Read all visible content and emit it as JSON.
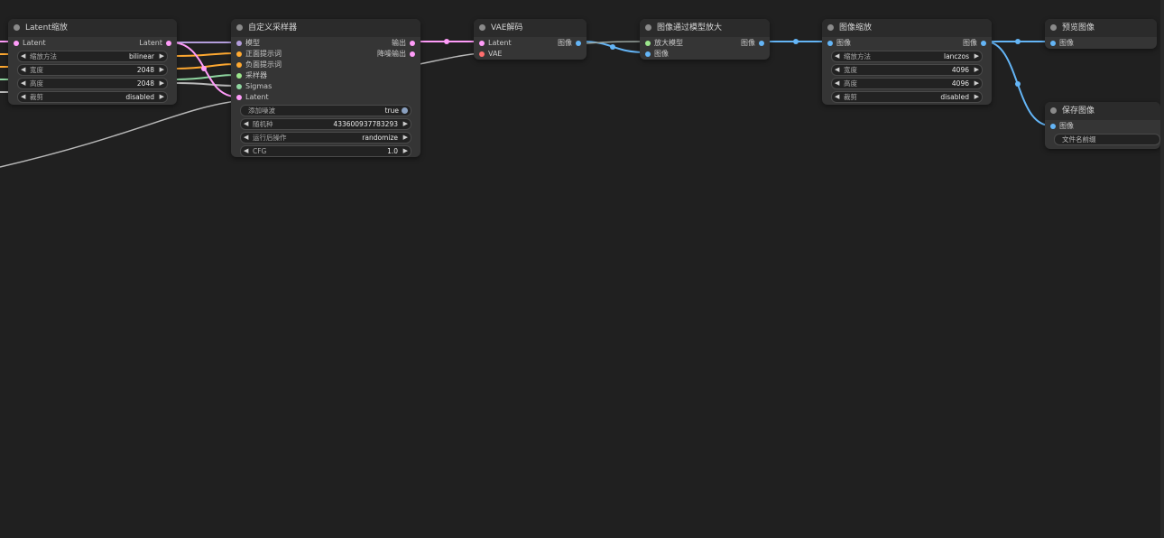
{
  "colors": {
    "background": "#202020",
    "node_body": "#353535",
    "latent": "#ff9cf9",
    "model": "#b39ddb",
    "conditioning": "#ffa931",
    "sampler": "#9ce68c",
    "sigmas": "#8fd6a0",
    "vae": "#ff6e6e",
    "image": "#64b5f6",
    "upscale_model": "#9ce68c",
    "wire_gray": "#b8b8b8"
  },
  "nodes": {
    "latent_upscale": {
      "title": "Latent缩放",
      "input_latent": "Latent",
      "output_latent": "Latent",
      "widgets": [
        {
          "label": "缩放方法",
          "value": "bilinear"
        },
        {
          "label": "宽度",
          "value": "2048"
        },
        {
          "label": "高度",
          "value": "2048"
        },
        {
          "label": "裁剪",
          "value": "disabled"
        }
      ]
    },
    "custom_sampler": {
      "title": "自定义采样器",
      "inputs": [
        "模型",
        "正面提示词",
        "负面提示词",
        "采样器",
        "Sigmas",
        "Latent"
      ],
      "outputs": [
        "输出",
        "降噪输出"
      ],
      "toggle": {
        "label": "添加噪波",
        "value": "true"
      },
      "widgets": [
        {
          "label": "随机种",
          "value": "433600937783293"
        },
        {
          "label": "运行后操作",
          "value": "randomize"
        },
        {
          "label": "CFG",
          "value": "1.0"
        }
      ]
    },
    "vae_decode": {
      "title": "VAE解码",
      "inputs": [
        "Latent",
        "VAE"
      ],
      "outputs": [
        "图像"
      ]
    },
    "upscale_with_model": {
      "title": "图像通过模型放大",
      "inputs": [
        "放大模型",
        "图像"
      ],
      "outputs": [
        "图像"
      ]
    },
    "image_scale": {
      "title": "图像缩放",
      "input": "图像",
      "output": "图像",
      "widgets": [
        {
          "label": "缩放方法",
          "value": "lanczos"
        },
        {
          "label": "宽度",
          "value": "4096"
        },
        {
          "label": "高度",
          "value": "4096"
        },
        {
          "label": "裁剪",
          "value": "disabled"
        }
      ]
    },
    "preview_image": {
      "title": "预览图像",
      "input": "图像"
    },
    "save_image": {
      "title": "保存图像",
      "input": "图像",
      "filename_label": "文件名前缀"
    }
  },
  "icons": {
    "widget_left": "◀",
    "widget_right": "▶"
  }
}
